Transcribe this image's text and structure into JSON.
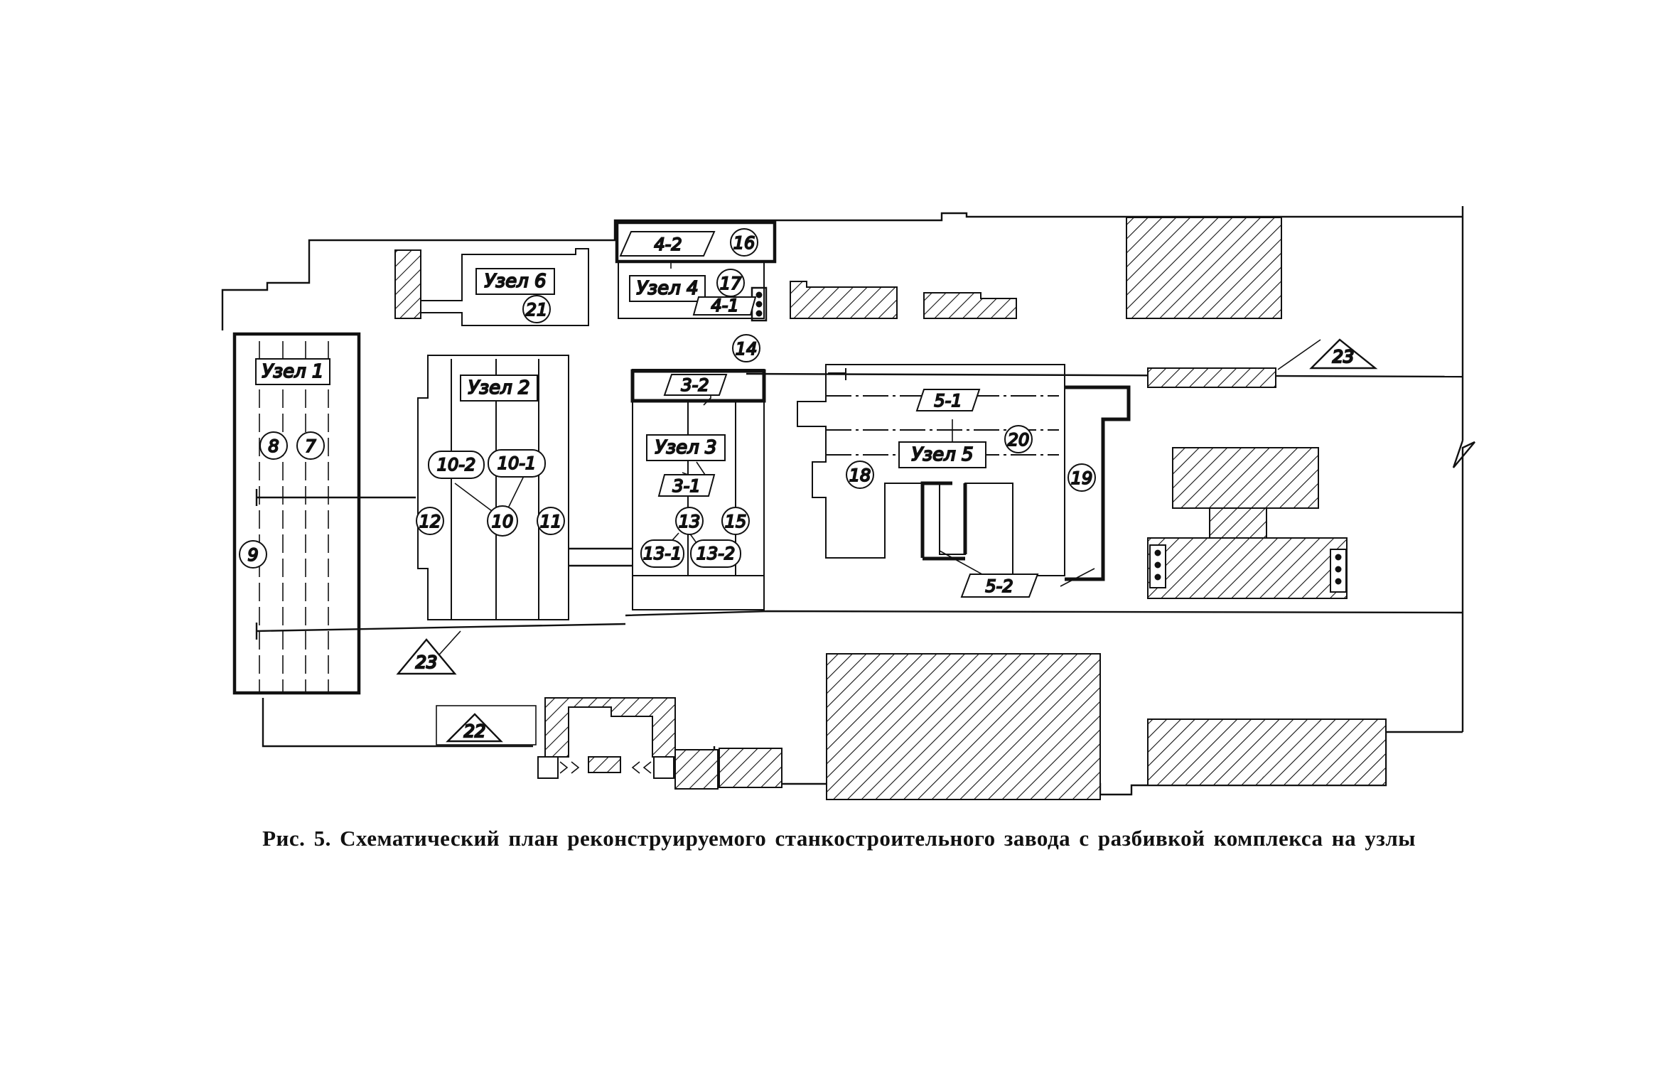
{
  "figure": {
    "caption": "Рис. 5. Схематический план реконструируемого станкостроительного завода с разбивкой комплекса на узлы"
  },
  "nodes": {
    "n1": "Узел 1",
    "n2": "Узел 2",
    "n3": "Узел 3",
    "n4": "Узел 4",
    "n5": "Узел 5",
    "n6": "Узел 6"
  },
  "subnodes": {
    "s3_2": "3-2",
    "s3_1": "3-1",
    "s4_2": "4-2",
    "s4_1": "4-1",
    "s5_1": "5-1",
    "s5_2": "5-2",
    "s10_2": "10-2",
    "s10_1": "10-1",
    "s13_1": "13-1",
    "s13_2": "13-2"
  },
  "markers": {
    "m7": "7",
    "m8": "8",
    "m9": "9",
    "m10": "10",
    "m11": "11",
    "m12": "12",
    "m13": "13",
    "m14": "14",
    "m15": "15",
    "m16": "16",
    "m17": "17",
    "m18": "18",
    "m19": "19",
    "m20": "20",
    "m21": "21"
  },
  "triangles": {
    "t22": "22",
    "t23_road": "23",
    "t23_east": "23"
  },
  "colors": {
    "ink": "#111111",
    "paper": "#ffffff"
  }
}
